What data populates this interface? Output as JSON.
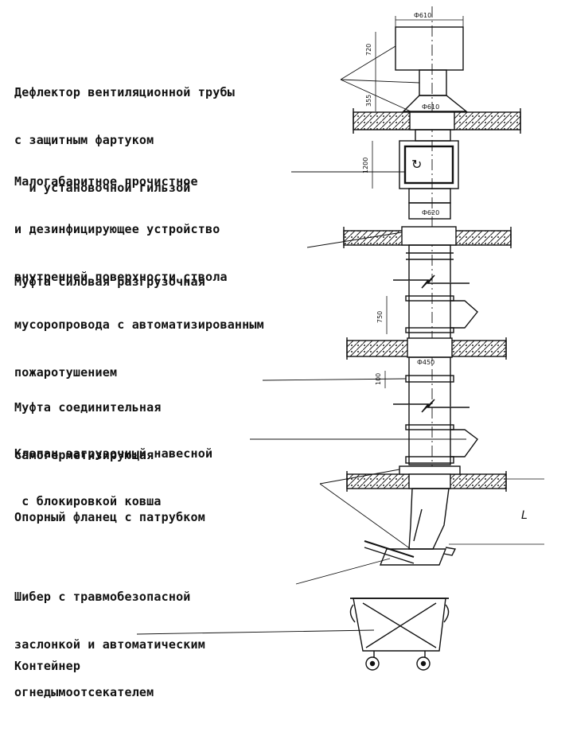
{
  "labels": [
    {
      "id": "deflector",
      "lines": [
        "Дефлектор вентиляционной трубы",
        "с защитным фартуком",
        "  и установочной гильзой"
      ]
    },
    {
      "id": "cleaning",
      "lines": [
        "Малогабаритное прочистное",
        "и дезинфицирующее устройство",
        "внутренней поверхности ствола",
        "мусоропровода с автоматизированным",
        "пожаротушением"
      ]
    },
    {
      "id": "unloading-coupling",
      "lines": [
        "Муфта силовая разгрузочная"
      ]
    },
    {
      "id": "sealing-coupling",
      "lines": [
        "Муфта соединительная",
        "самогерметизирующая"
      ]
    },
    {
      "id": "loading-valve",
      "lines": [
        "Клапан загрузочный навесной",
        " с блокировкой ковша"
      ]
    },
    {
      "id": "support-flange",
      "lines": [
        "Опорный фланец с патрубком"
      ]
    },
    {
      "id": "gate",
      "lines": [
        "Шибер с травмобезопасной",
        "заслонкой и автоматическим",
        "огнедымоотсекателем"
      ]
    },
    {
      "id": "container",
      "lines": [
        "Контейнер"
      ]
    }
  ],
  "dimensions": {
    "top_width": "Ф610",
    "d720": "720",
    "d355": "355",
    "d1200": "1200",
    "d750": "750",
    "d100": "100",
    "f610_mid": "Ф610",
    "f620": "Ф620",
    "f450": "Ф450",
    "L": "L"
  }
}
